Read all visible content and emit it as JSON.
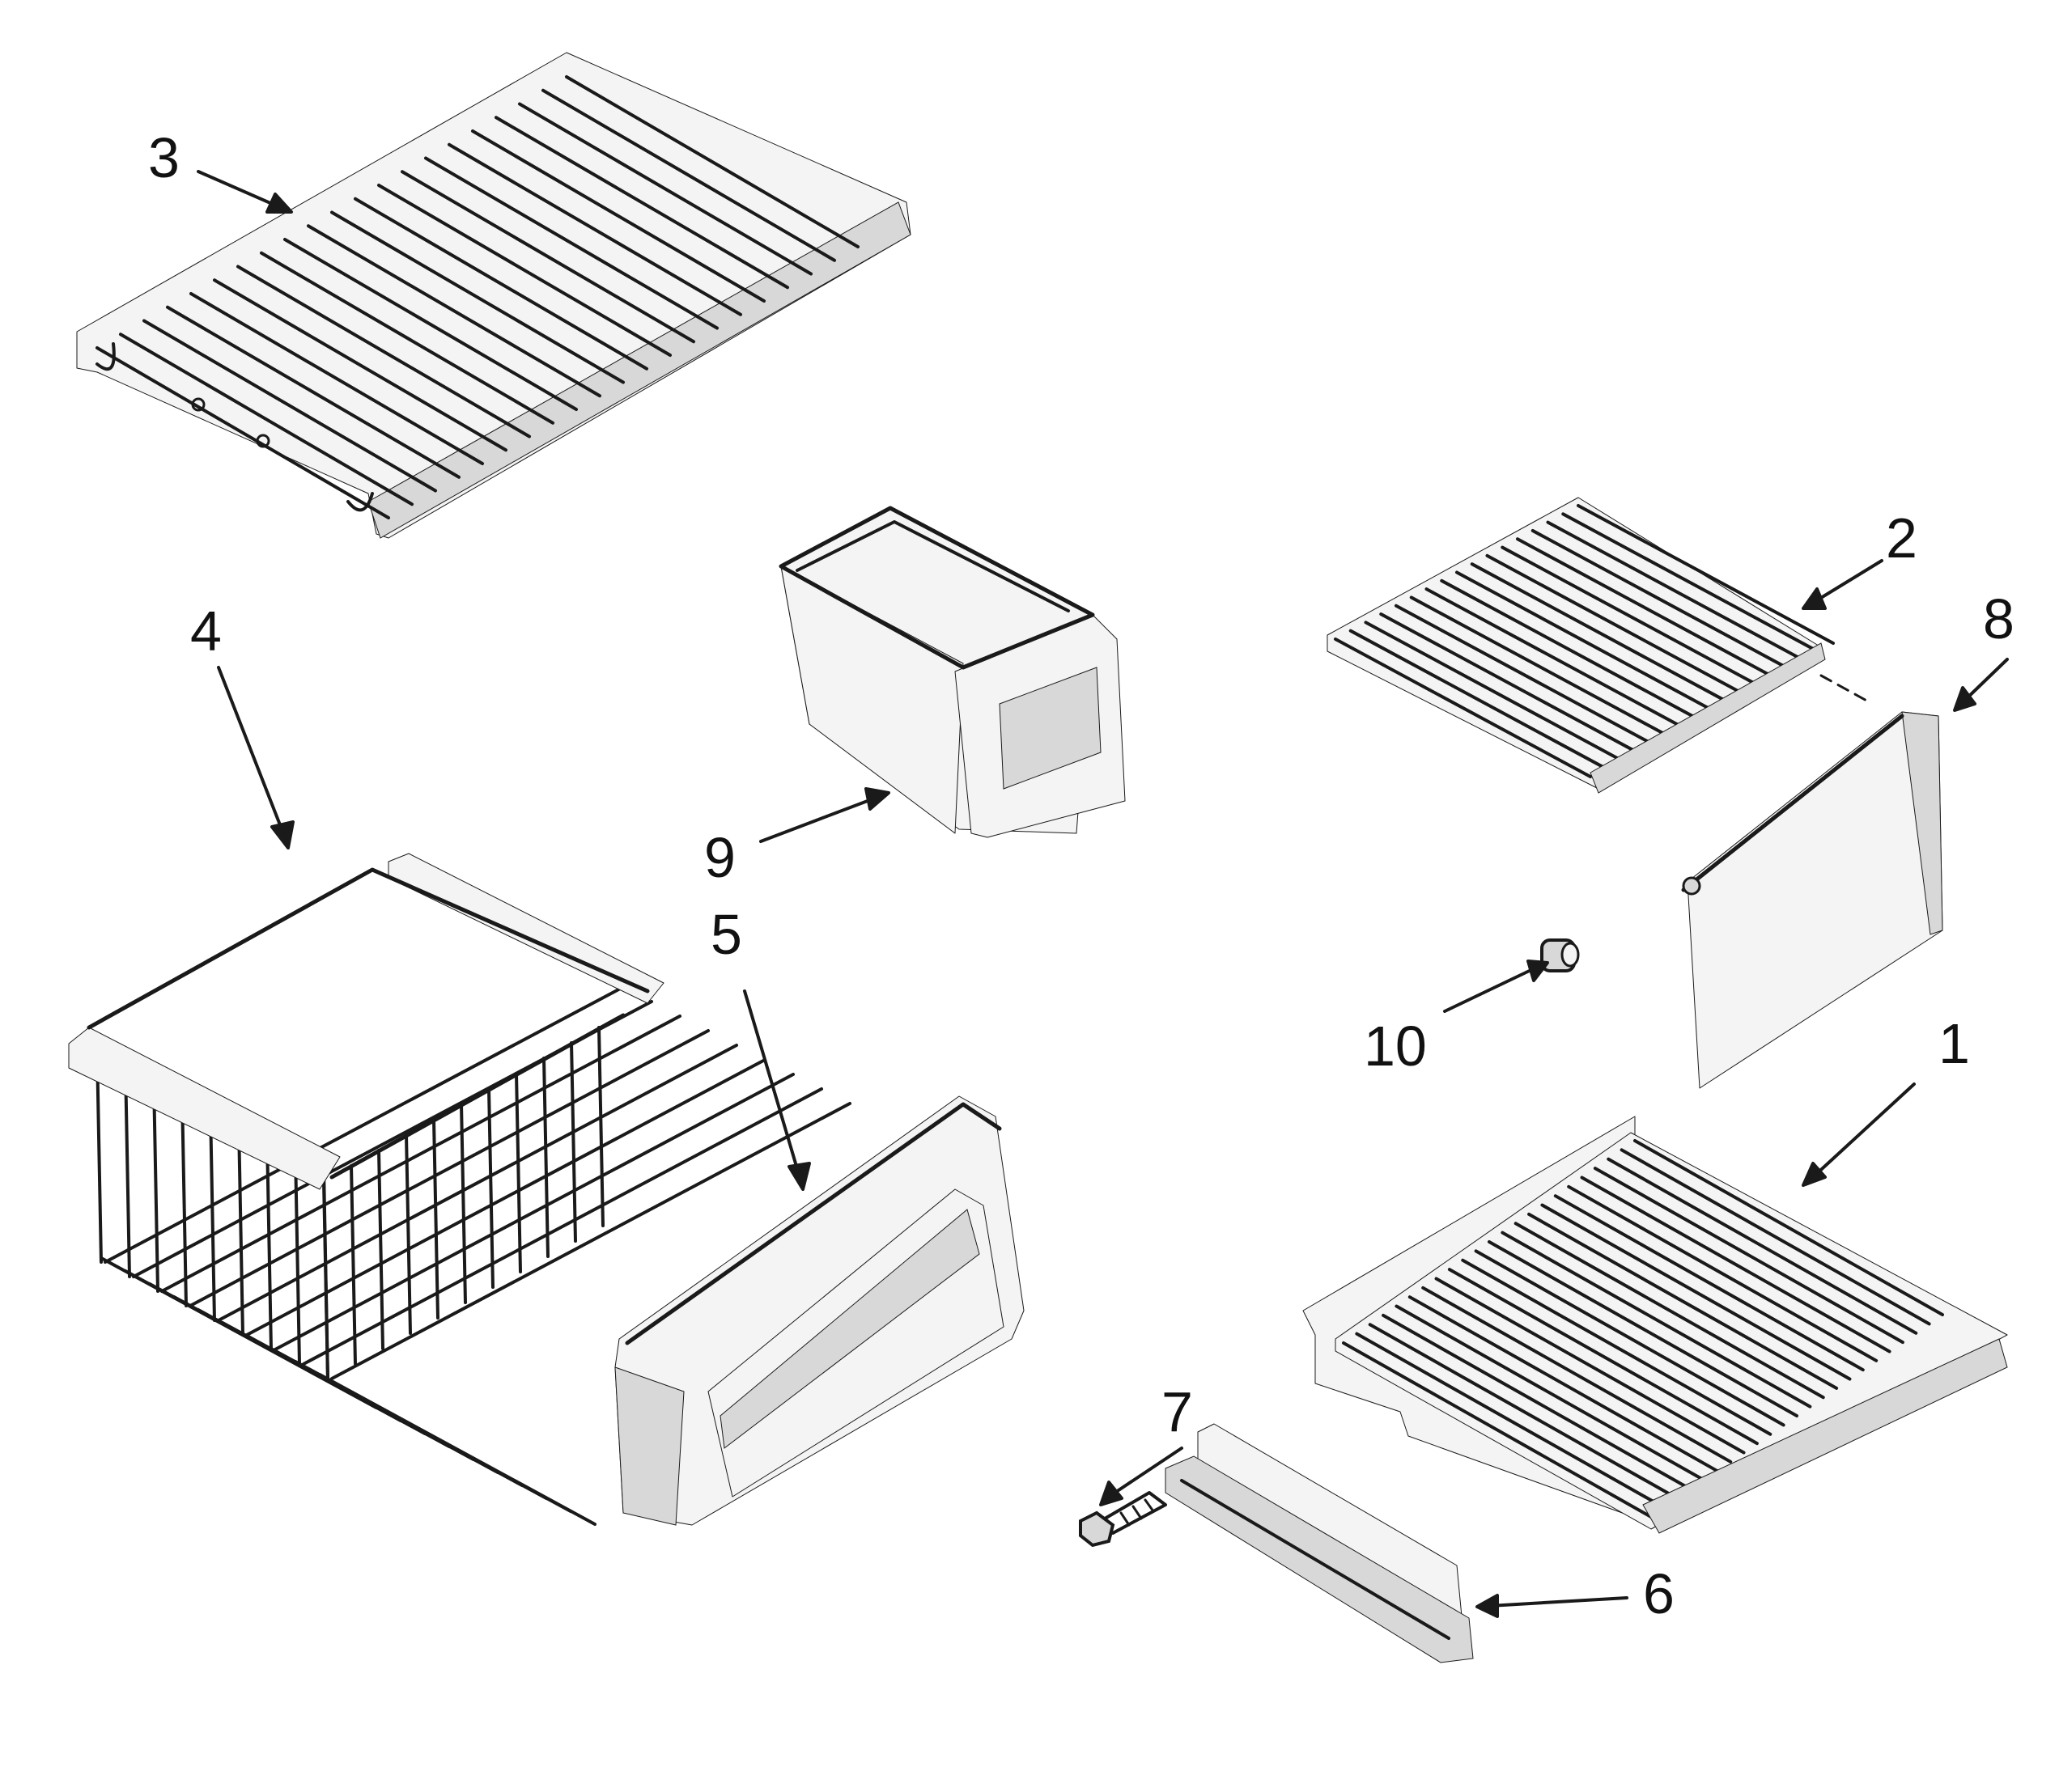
{
  "diagram": {
    "callouts": [
      {
        "id": "1",
        "label": "1"
      },
      {
        "id": "2",
        "label": "2"
      },
      {
        "id": "3",
        "label": "3"
      },
      {
        "id": "4",
        "label": "4"
      },
      {
        "id": "5",
        "label": "5"
      },
      {
        "id": "6",
        "label": "6"
      },
      {
        "id": "7",
        "label": "7"
      },
      {
        "id": "8",
        "label": "8"
      },
      {
        "id": "9",
        "label": "9"
      },
      {
        "id": "10",
        "label": "10"
      }
    ],
    "parts": [
      "wire-shelf-large",
      "wire-shelf-small",
      "wire-shelf-top",
      "wire-basket",
      "basket-front-cover",
      "shelf-trim-rail",
      "screw",
      "shelf-front-panel",
      "storage-bin",
      "spacer"
    ]
  }
}
